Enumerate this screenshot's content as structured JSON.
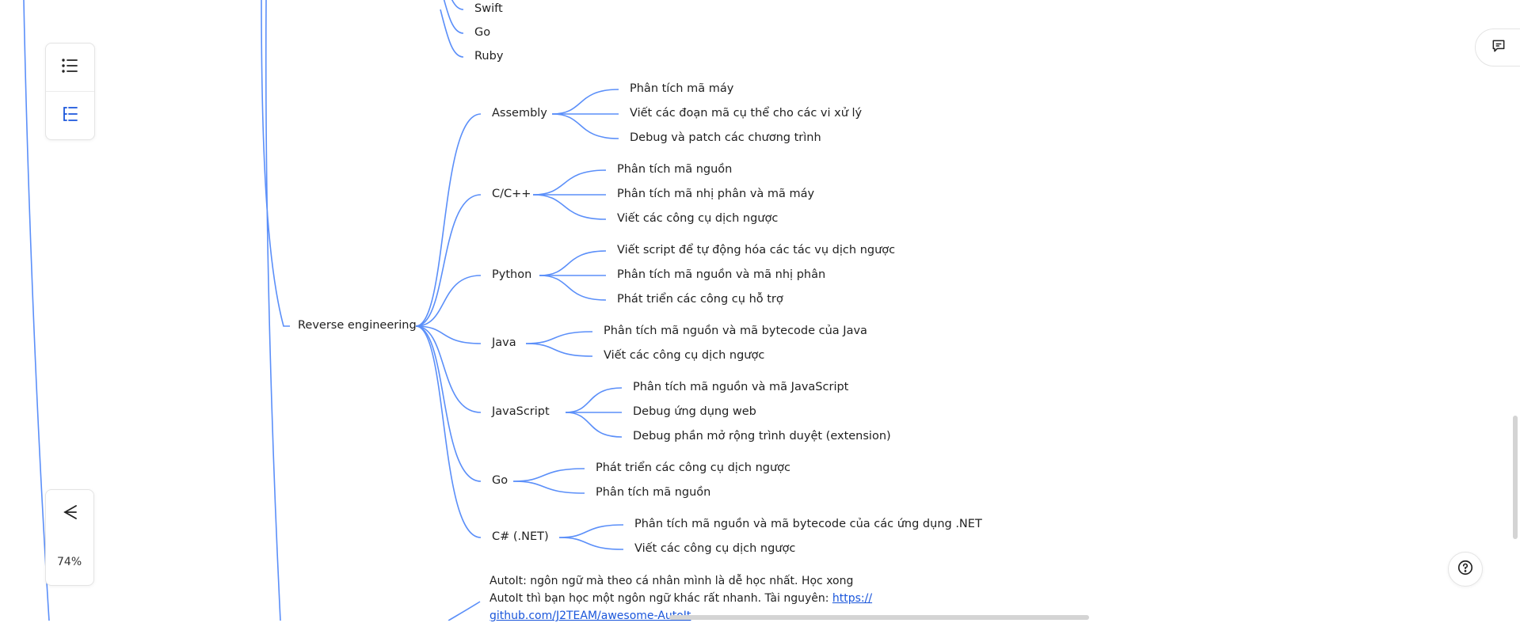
{
  "colors": {
    "branch": "#5b8ff9",
    "accent": "#1a56db"
  },
  "toolbar_top": {
    "outline_icon": "list-icon",
    "structure_icon": "outline-tree-icon"
  },
  "toolbar_bottom": {
    "layout_icon": "mindmap-layout-icon",
    "zoom_level": "74%"
  },
  "right_buttons": {
    "comment_icon": "comment-icon",
    "help_icon": "help-icon"
  },
  "mindmap": {
    "prev_languages": [
      "Swift",
      "Go",
      "Ruby"
    ],
    "root": "Reverse engineering",
    "branches": [
      {
        "label": "Assembly",
        "children": [
          "Phân tích mã máy",
          "Viết các đoạn mã cụ thể cho các vi xử lý",
          "Debug và patch các chương trình"
        ]
      },
      {
        "label": "C/C++",
        "children": [
          "Phân tích mã nguồn",
          "Phân tích mã nhị phân và mã máy",
          "Viết các công cụ dịch ngược"
        ]
      },
      {
        "label": "Python",
        "children": [
          "Viết script để tự động hóa các tác vụ dịch ngược",
          "Phân tích mã nguồn và mã nhị phân",
          "Phát triển các công cụ hỗ trợ"
        ]
      },
      {
        "label": "Java",
        "children": [
          "Phân tích mã nguồn và mã bytecode của Java",
          "Viết các công cụ dịch ngược"
        ]
      },
      {
        "label": "JavaScript",
        "children": [
          "Phân tích mã nguồn và mã JavaScript",
          "Debug ứng dụng web",
          "Debug phần mở rộng trình duyệt (extension)"
        ]
      },
      {
        "label": "Go",
        "children": [
          "Phát triển các công cụ dịch ngược",
          "Phân tích mã nguồn"
        ]
      },
      {
        "label": "C# (.NET)",
        "children": [
          "Phân tích mã nguồn và mã bytecode của các ứng dụng .NET",
          "Viết các công cụ dịch ngược"
        ]
      }
    ],
    "note": {
      "line1": "AutoIt: ngôn ngữ mà theo cá nhân mình là dễ học nhất. Học xong",
      "line2_text": "AutoIt thì bạn học một ngôn ngữ khác rất nhanh. Tài nguyên: ",
      "line2_link": "https://",
      "line3_link": "github.com/J2TEAM/awesome-AutoIt"
    }
  }
}
